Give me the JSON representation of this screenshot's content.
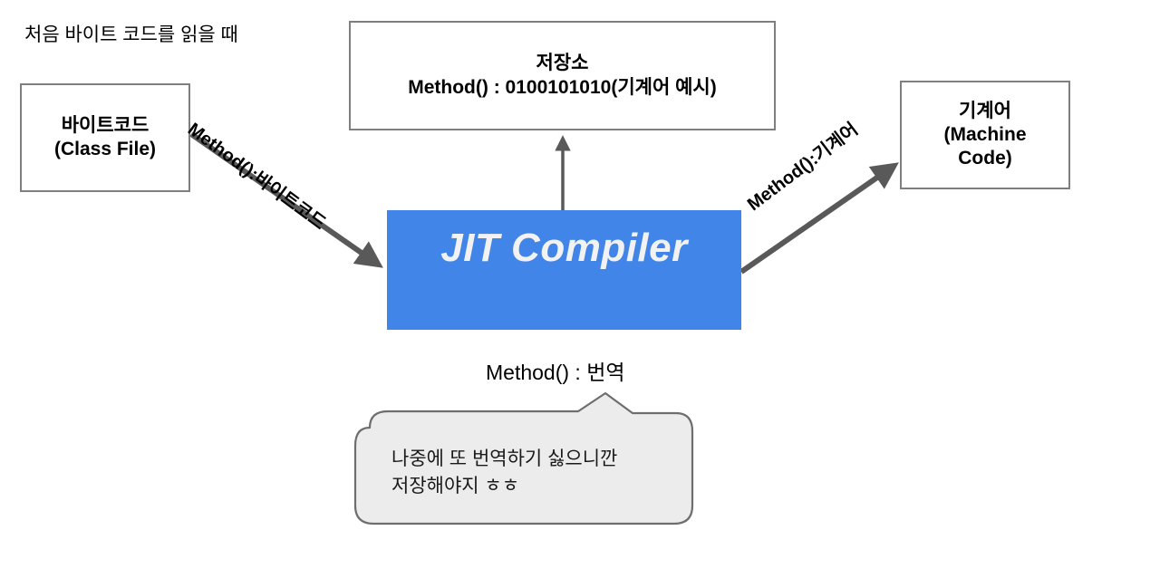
{
  "diagram": {
    "title_note": "처음 바이트 코드를 읽을 때",
    "colors": {
      "accent_blue": "#4285e8",
      "box_border_gray": "#7f7f7f",
      "arrow_gray": "#595959",
      "bubble_fill": "#ececec",
      "bubble_border": "#6e6e6e"
    },
    "nodes": {
      "bytecode": {
        "line1": "바이트코드",
        "line2": "(Class File)"
      },
      "storage": {
        "line1": "저장소",
        "line2": "Method() : 0100101010(기계어 예시)"
      },
      "machine_code": {
        "line1": "기계어",
        "line2": "(Machine",
        "line3": "Code)"
      },
      "jit": {
        "label": "JIT Compiler"
      }
    },
    "edges": {
      "bytecode_to_jit": "Method():바이트코드",
      "jit_to_machine": "Method():기계어",
      "jit_to_storage": "Method() : 번역"
    },
    "callout": {
      "text": "나중에 또 번역하기 싫으니깐\n저장해야지  ㅎㅎ"
    }
  }
}
